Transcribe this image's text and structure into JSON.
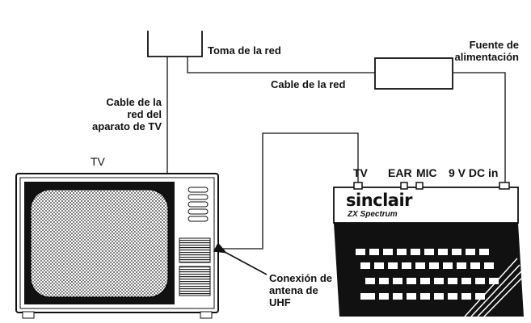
{
  "labels": {
    "wall_socket": "Toma de la red",
    "power_supply": "Fuente de\nalimentación",
    "mains_cable": "Cable de la red",
    "tv_mains_cable_l1": "Cable de la",
    "tv_mains_cable_l2": "red del",
    "tv_mains_cable_l3": "aparato de TV",
    "tv": "TV",
    "uhf_l1": "Conexión de",
    "uhf_l2": "antena de",
    "uhf_l3": "UHF"
  },
  "computer": {
    "brand": "sinclair",
    "model": "ZX Spectrum",
    "ports": {
      "tv": "TV",
      "ear": "EAR",
      "mic": "MIC",
      "dc_in": "9 V DC in"
    }
  },
  "icons": [
    "wall-socket-icon",
    "power-supply-icon",
    "television-icon",
    "zx-spectrum-icon",
    "arrow-icon"
  ]
}
